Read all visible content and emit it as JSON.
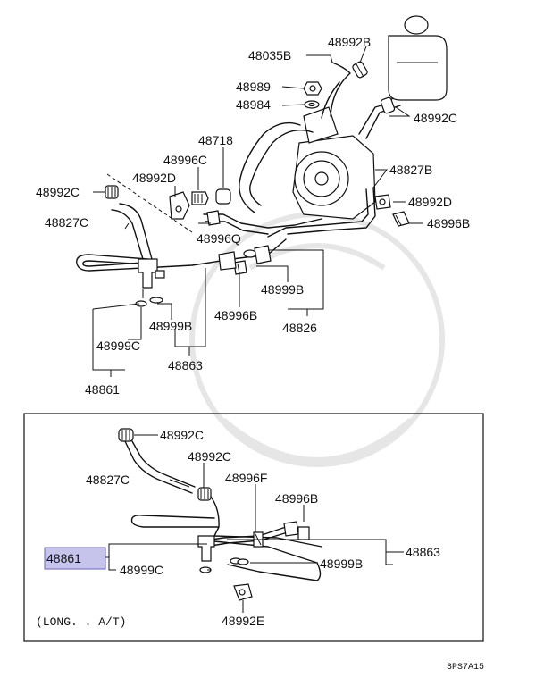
{
  "labels": {
    "p48035B": "48035B",
    "p48992B": "48992B",
    "p48989": "48989",
    "p48984": "48984",
    "p48992C_top": "48992C",
    "p48718": "48718",
    "p48996C": "48996C",
    "p48827B": "48827B",
    "p48992D_left": "48992D",
    "p48992C_left": "48992C",
    "p48992D_right": "48992D",
    "p48827C_top": "48827C",
    "p48996Q": "48996Q",
    "p48996B_right": "48996B",
    "p48999B_right": "48999B",
    "p48999B_left": "48999B",
    "p48996B_mid": "48996B",
    "p48826": "48826",
    "p48999C_top": "48999C",
    "p48863_top": "48863",
    "p48861_top": "48861",
    "p48992C_inset1": "48992C",
    "p48992C_inset2": "48992C",
    "p48827C_inset": "48827C",
    "p48996F": "48996F",
    "p48996B_inset": "48996B",
    "p48861_inset": "48861",
    "p48863_inset": "48863",
    "p48999C_inset": "48999C",
    "p48999B_inset": "48999B",
    "p48992E": "48992E"
  },
  "inset": {
    "note": "(LONG. . A/T)",
    "highlighted_part": "48861",
    "highlight_color": "#c7c4ec"
  },
  "figure_code": "3PS7A15"
}
